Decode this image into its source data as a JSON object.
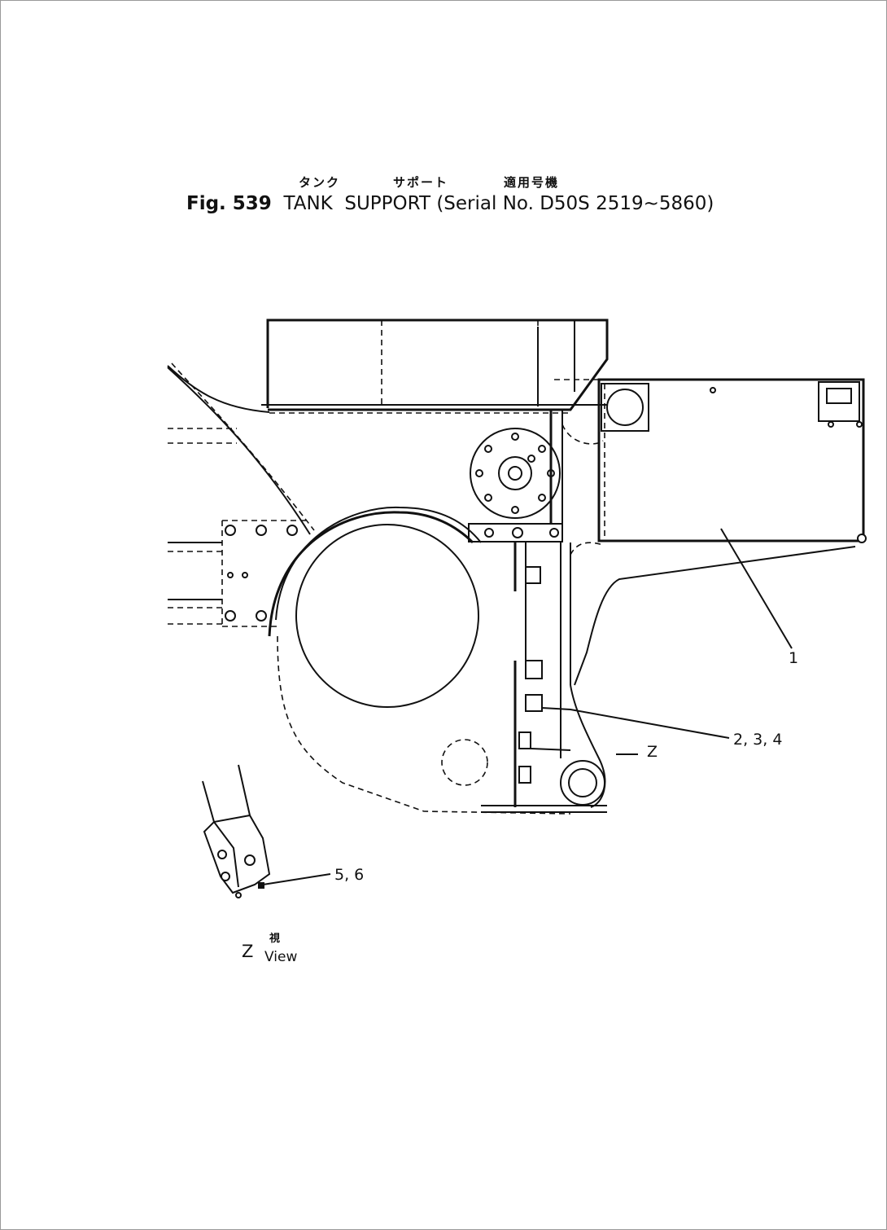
{
  "header": {
    "jp_tank": "タンク",
    "jp_support": "サポート",
    "jp_serial": "適用号機",
    "fig_label": "Fig. 539",
    "title_tank": "TANK",
    "title_support": "SUPPORT",
    "serial_text": "(Serial No. D50S 2519~5860)"
  },
  "callouts": {
    "part_1": "1",
    "part_2_3_4": "2, 3, 4",
    "part_5_6": "5, 6",
    "arrow_z": "Z"
  },
  "view_label": {
    "letter": "Z",
    "jp": "視",
    "en": "View"
  }
}
